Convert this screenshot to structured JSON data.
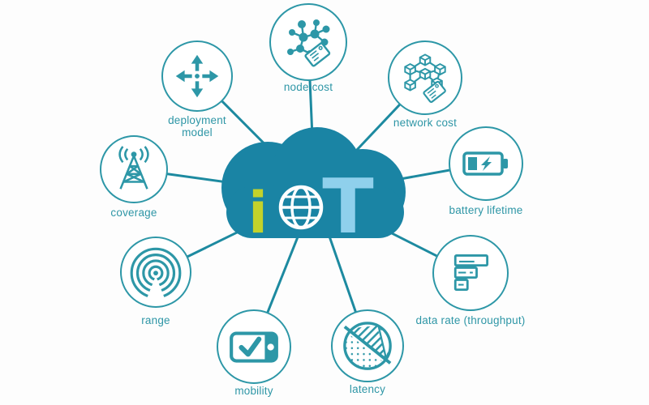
{
  "figure": {
    "alt": "IoT cloud diagram with nine requirement nodes",
    "center": {
      "letter_i": "i",
      "letter_t": "T",
      "label": "IoT",
      "globe_icon": "globe-icon"
    }
  },
  "colors": {
    "cloud": "#1a84a4",
    "accent": "#2d97a7",
    "line": "#1d8aa0",
    "letter_i": "#c3d22b",
    "letter_t": "#8fd0ec",
    "label_text": "#2e96a6",
    "bg": "#fdfdfd"
  },
  "nodes": [
    {
      "id": "deployment-model",
      "label": "deployment model",
      "icon": "four-way-arrows-icon"
    },
    {
      "id": "node-cost",
      "label": "node cost",
      "icon": "molecule-price-tag-icon"
    },
    {
      "id": "network-cost",
      "label": "network cost",
      "icon": "cube-network-price-tag-icon"
    },
    {
      "id": "battery-lifetime",
      "label": "battery lifetime",
      "icon": "battery-charge-icon"
    },
    {
      "id": "data-rate",
      "label": "data rate (throughput)",
      "icon": "stacked-bars-icon"
    },
    {
      "id": "latency",
      "label": "latency",
      "icon": "clock-slash-icon"
    },
    {
      "id": "mobility",
      "label": "mobility",
      "icon": "device-check-icon"
    },
    {
      "id": "range",
      "label": "range",
      "icon": "signal-rings-icon"
    },
    {
      "id": "coverage",
      "label": "coverage",
      "icon": "radio-tower-icon"
    }
  ]
}
